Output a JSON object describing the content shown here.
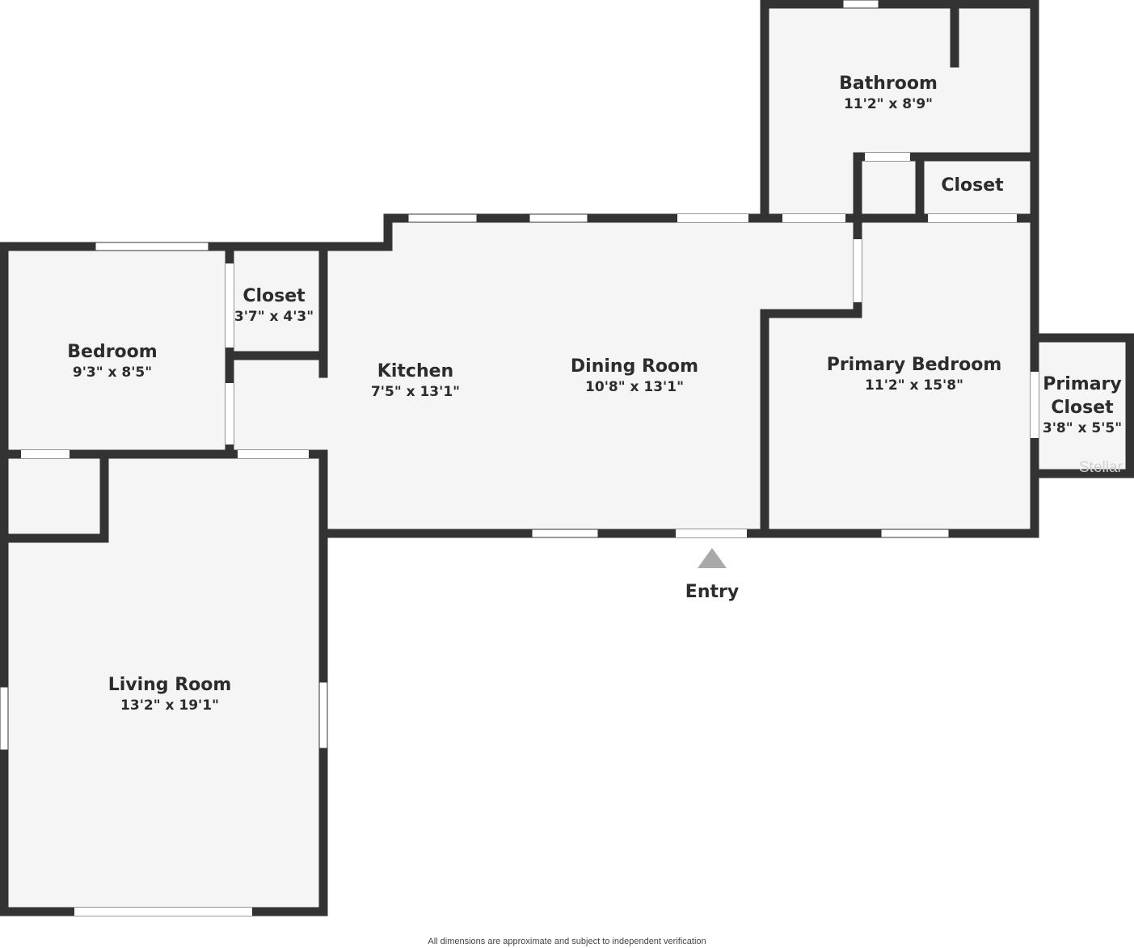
{
  "colors": {
    "wall": "#333333",
    "floor": "#f5f5f5",
    "opening": "#ffffff",
    "entry_marker": "#a9a9a9"
  },
  "rooms": {
    "bathroom": {
      "name": "Bathroom",
      "dims": "11'2\" x 8'9\""
    },
    "bath_closet": {
      "name": "Closet",
      "dims": ""
    },
    "bedroom": {
      "name": "Bedroom",
      "dims": "9'3\" x 8'5\""
    },
    "bedroom_closet": {
      "name": "Closet",
      "dims": "3'7\" x 4'3\""
    },
    "kitchen": {
      "name": "Kitchen",
      "dims": "7'5\" x 13'1\""
    },
    "dining_room": {
      "name": "Dining Room",
      "dims": "10'8\" x 13'1\""
    },
    "primary_bedroom": {
      "name": "Primary Bedroom",
      "dims": "11'2\" x 15'8\""
    },
    "primary_closet": {
      "name_line1": "Primary",
      "name_line2": "Closet",
      "dims": "3'8\" x 5'5\""
    },
    "living_room": {
      "name": "Living Room",
      "dims": "13'2\" x 19'1\""
    }
  },
  "entry": {
    "label": "Entry"
  },
  "watermark": "Stellar",
  "disclaimer": "All dimensions are approximate and subject to independent verification"
}
